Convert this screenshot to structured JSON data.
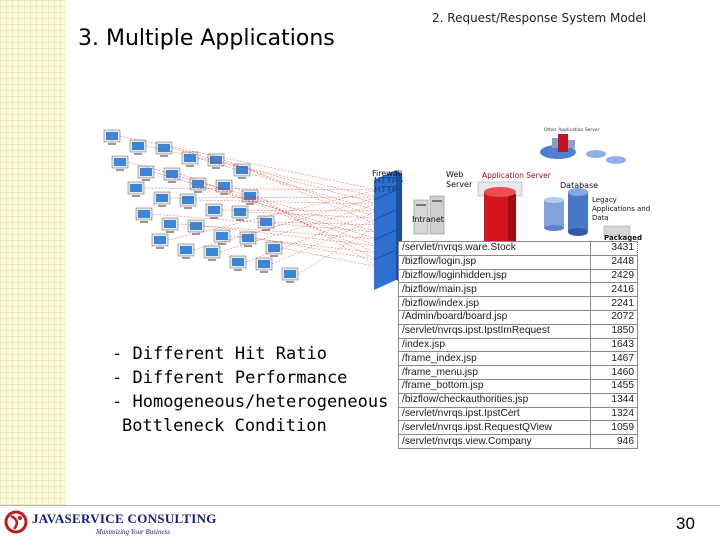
{
  "slide": {
    "section_label": "2. Request/Response System Model",
    "title": "3. Multiple Applications",
    "page_number": "30"
  },
  "diagram": {
    "labels": {
      "firewall": "Firewall",
      "https_1": "HTTPS",
      "https_2": "HTTP",
      "web_server_1": "Web",
      "web_server_2": "Server",
      "intranet": "Intranet",
      "app_server": "Application Server",
      "database": "Database",
      "legacy_1": "Legacy",
      "legacy_2": "Applications and",
      "legacy_3": "Data",
      "packaged": "Packaged",
      "other_app_server": "Other Application Server"
    },
    "colors": {
      "client_screen": "#3b86d6",
      "request_line": "#d9301f",
      "firewall": "#2f6fd0",
      "app_server": "#d4151f",
      "database": "#4a78c8"
    }
  },
  "request_stats": [
    {
      "url": "/servlet/nvrqs.ware.Stock",
      "hits": "3431"
    },
    {
      "url": "/bizflow/login.jsp",
      "hits": "2448"
    },
    {
      "url": "/bizflow/loginhidden.jsp",
      "hits": "2429"
    },
    {
      "url": "/bizflow/main.jsp",
      "hits": "2416"
    },
    {
      "url": "/bizflow/index.jsp",
      "hits": "2241"
    },
    {
      "url": "/Admin/board/board.jsp",
      "hits": "2072"
    },
    {
      "url": "/servlet/nvrqs.ipst.IpstImRequest",
      "hits": "1850"
    },
    {
      "url": "/index.jsp",
      "hits": "1643"
    },
    {
      "url": "/frame_index.jsp",
      "hits": "1467"
    },
    {
      "url": "/frame_menu.jsp",
      "hits": "1460"
    },
    {
      "url": "/frame_bottom.jsp",
      "hits": "1455"
    },
    {
      "url": "/bizflow/checkauthorities.jsp",
      "hits": "1344"
    },
    {
      "url": "/servlet/nvrqs.ipst.IpstCert",
      "hits": "1324"
    },
    {
      "url": "/servlet/nvrqs.ipst.RequestQView",
      "hits": "1059"
    },
    {
      "url": "/servlet/nvrqs.view.Company",
      "hits": "946"
    }
  ],
  "bullets": [
    "Different Hit Ratio",
    "Different Performance",
    "Homogeneous/heterogeneous",
    "Bottleneck Condition"
  ],
  "logo": {
    "text": "JAVASERVICE CONSULTING",
    "tagline": "Maximizing Your Business"
  }
}
